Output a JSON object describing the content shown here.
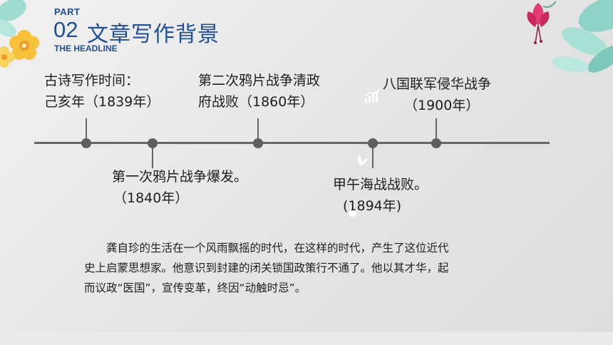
{
  "header": {
    "part": "PART",
    "number": "02",
    "title": "文章写作背景",
    "subtitle": "THE HEADLINE"
  },
  "timeline": {
    "events": [
      {
        "line1": "古诗写作时间：",
        "line2": "己亥年（1839年）"
      },
      {
        "line1": "第一次鸦片战争爆发。",
        "line2": "（1840年）"
      },
      {
        "line1": "第二次鸦片战争清政",
        "line2": "府战败（1860年）"
      },
      {
        "line1": "甲午海战战败。",
        "line2": "(1894年)"
      },
      {
        "line1": "八国联军侵华战争",
        "line2": "（1900年）"
      }
    ]
  },
  "paragraph": {
    "lines": [
      "　　龚自珍的生活在一个风雨飘摇的时代，在这样的时代，产生了这位近代",
      "史上启蒙思想家。他意识到封建的闭关锁国政策行不通了。他以其才华，起",
      "而议政“医国”，宣传变革，终因“动触时忌”。"
    ]
  },
  "colors": {
    "accent_blue": "#1f4e9a",
    "flower_yellow": "#f5c542",
    "leaf_teal": "#8fd3c8",
    "flower_pink": "#e0407a"
  },
  "icons": [
    "chart-growth-icon",
    "leaf-icon",
    "hand-icon"
  ]
}
